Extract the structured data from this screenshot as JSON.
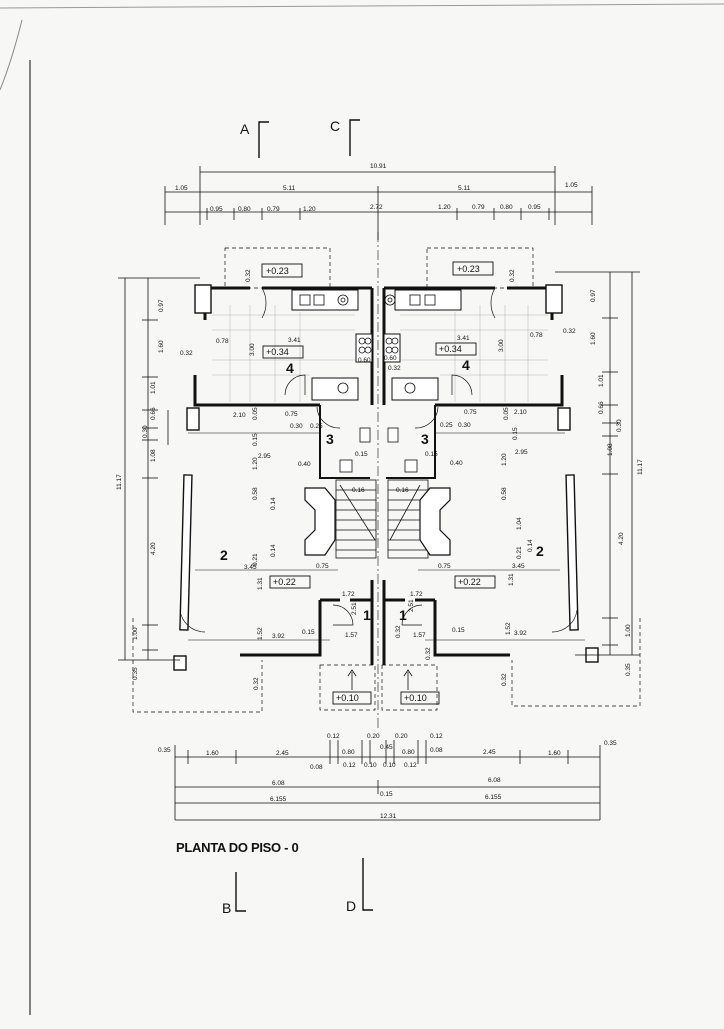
{
  "title": "PLANTA DO PISO - 0",
  "section_marks": {
    "a": "A",
    "b": "B",
    "c": "C",
    "d": "D"
  },
  "top_dims": {
    "overall": "10.91",
    "row2": [
      "1.05",
      "5.11",
      "5.11",
      "1.05"
    ],
    "row3": [
      "0.95",
      "0.80",
      "0.79",
      "1.20",
      "2.72",
      "1.20",
      "0.79",
      "0.80",
      "0.95"
    ]
  },
  "levels": {
    "terrace": "+0.23",
    "kitchen": "+0.34",
    "living": "+0.22",
    "entry": "+0.10"
  },
  "rooms": {
    "r1": "1",
    "r2": "2",
    "r3": "3",
    "r4": "4"
  },
  "left_dims": [
    "0.97",
    "1.60",
    "1.01",
    "0.66",
    "0.30",
    "1.08",
    "4.20",
    "1.00",
    "0.35"
  ],
  "left_overall": "11.17",
  "right_dims": [
    "0.97",
    "1.60",
    "1.01",
    "0.66",
    "0.30",
    "1.08",
    "4.20",
    "1.00",
    "0.35"
  ],
  "right_overall": "11.17",
  "inner_dims": {
    "d032": "0.32",
    "d078": "0.78",
    "d341": "3.41",
    "d300": "3.00",
    "d060": "0.60",
    "d210": "2.10",
    "d075": "0.75",
    "d030": "0.30",
    "d025": "0.25",
    "d005": "0.05",
    "d015": "0.15",
    "d120": "1.20",
    "d295": "2.95",
    "d040": "0.40",
    "d058": "0.58",
    "d014": "0.14",
    "d104": "1.04",
    "d021": "0.21",
    "d345": "3.45",
    "d131": "1.31",
    "d172": "1.72",
    "d251": "2.51",
    "d157": "1.57",
    "d152": "1.52",
    "d392": "3.92",
    "d016": "0.16"
  },
  "bottom_dims": {
    "row1": [
      "0.35",
      "1.60",
      "2.45",
      "0.80",
      "0.45",
      "0.80",
      "2.45",
      "1.60",
      "0.35"
    ],
    "small_top": [
      "0.12",
      "0.20",
      "0.20",
      "0.12"
    ],
    "small_bottom": [
      "0.08",
      "0.12",
      "0.10",
      "0.10",
      "0.12",
      "0.08"
    ],
    "row2": [
      "6.08",
      "6.08"
    ],
    "row2_mid": "0.15",
    "row3": [
      "6.155",
      "6.155"
    ],
    "overall": "12.31"
  }
}
